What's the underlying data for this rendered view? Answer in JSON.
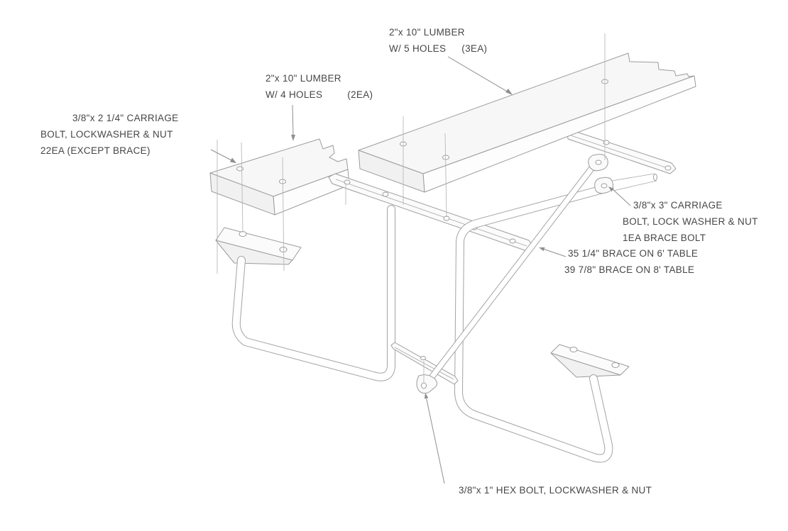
{
  "callouts": {
    "top_lumber": {
      "line1": "2\"x 10\" LUMBER",
      "line2": "W/ 5 HOLES",
      "qty": "(3EA)"
    },
    "seat_lumber": {
      "line1": "2\"x 10\" LUMBER",
      "line2": "W/ 4 HOLES",
      "qty": "(2EA)"
    },
    "carriage_bolt_main": {
      "line1": "3/8\"x 2 1/4\" CARRIAGE",
      "line2": "BOLT, LOCKWASHER & NUT",
      "line3": "22EA (EXCEPT BRACE)"
    },
    "carriage_bolt_brace": {
      "line1": "3/8\"x 3\" CARRIAGE",
      "line2": "BOLT, LOCK WASHER & NUT",
      "line3": "1EA BRACE BOLT"
    },
    "brace_length": {
      "line1": "35 1/4\" BRACE ON 6' TABLE",
      "line2": "39 7/8\" BRACE ON 8' TABLE"
    },
    "hex_bolt": {
      "line1": "3/8\"x 1\" HEX BOLT, LOCKWASHER & NUT"
    }
  },
  "colors": {
    "background": "#ffffff",
    "line": "#9c9c9c",
    "text": "#464646",
    "leader": "#8f8f8f"
  }
}
